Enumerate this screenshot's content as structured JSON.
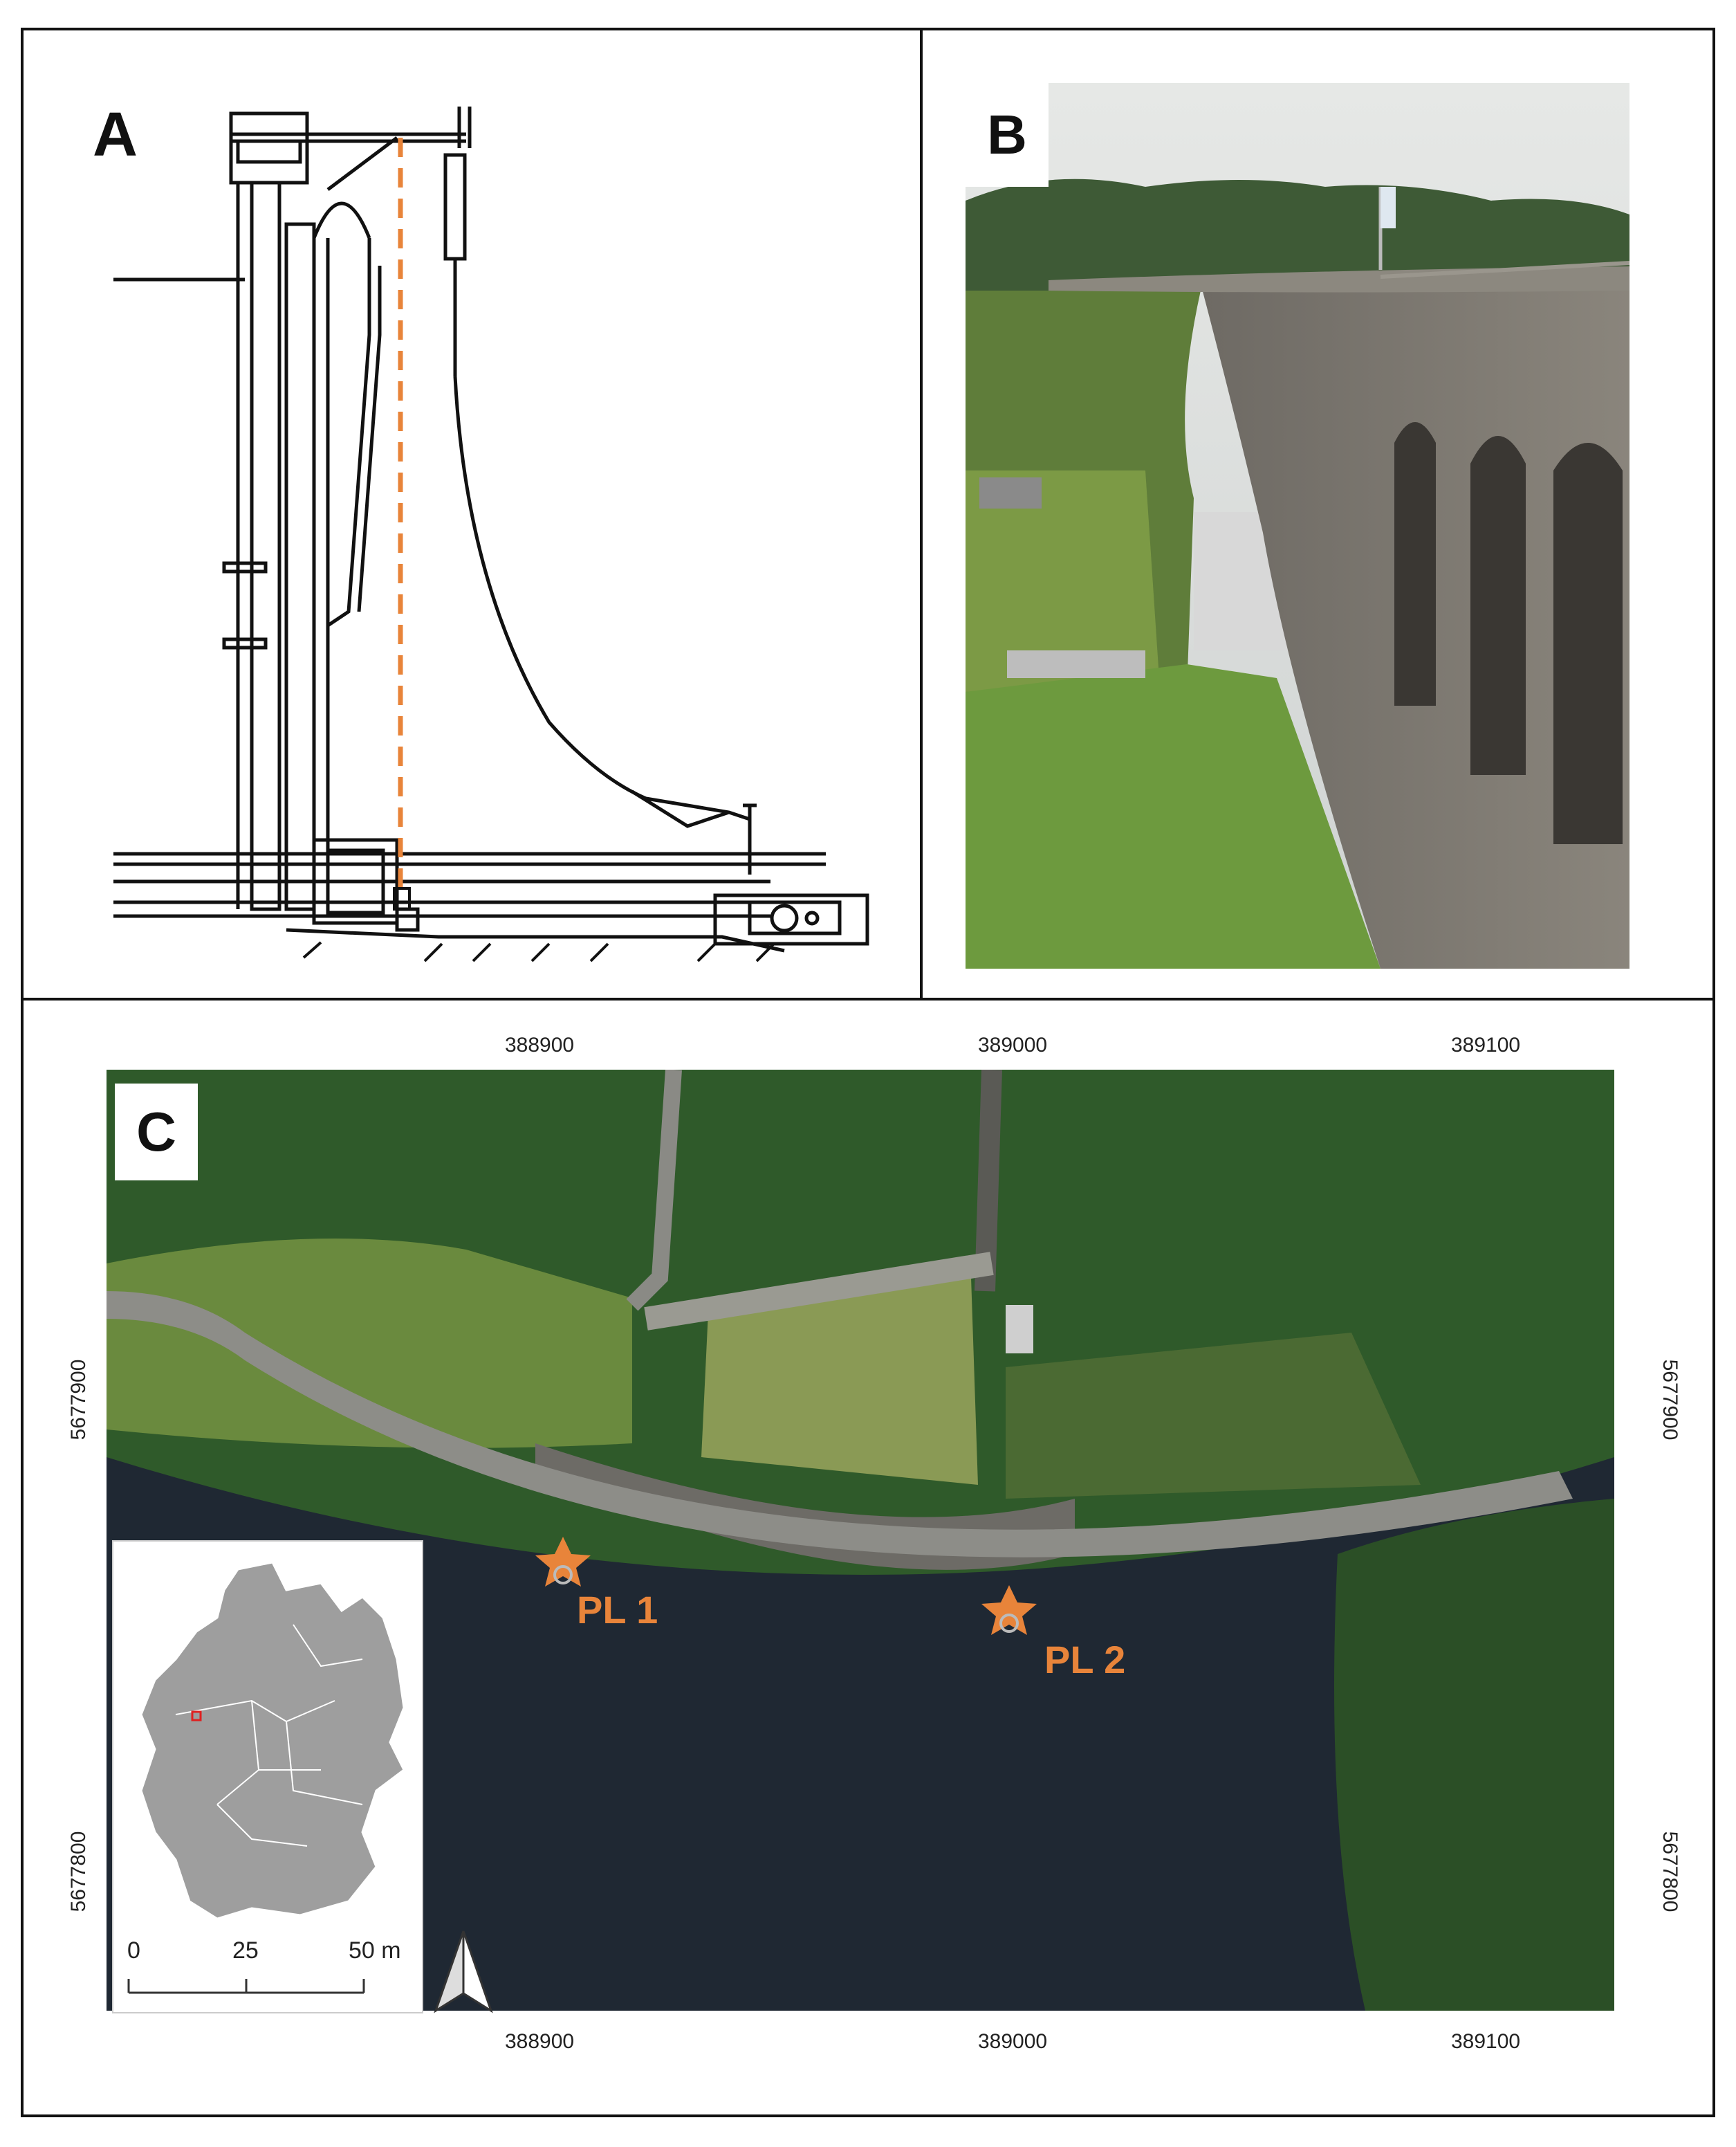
{
  "panels": {
    "a": {
      "label": "A"
    },
    "b": {
      "label": "B"
    },
    "c": {
      "label": "C"
    }
  },
  "map": {
    "x_ticks": [
      "388900",
      "389000",
      "389100"
    ],
    "y_ticks": [
      "5677900",
      "5677800"
    ],
    "points": [
      {
        "label": "PL 1"
      },
      {
        "label": "PL 2"
      }
    ],
    "scale_bar": {
      "labels": [
        "0",
        "25",
        "50 m"
      ]
    }
  },
  "colors": {
    "accent_orange": "#e8843a",
    "water": "#1f2833",
    "forest": "#2f5a2a",
    "meadow": "#6a8a3e",
    "dam": "#8d8d88",
    "inset_land": "#9e9e9e",
    "marker_red": "#e02020"
  }
}
